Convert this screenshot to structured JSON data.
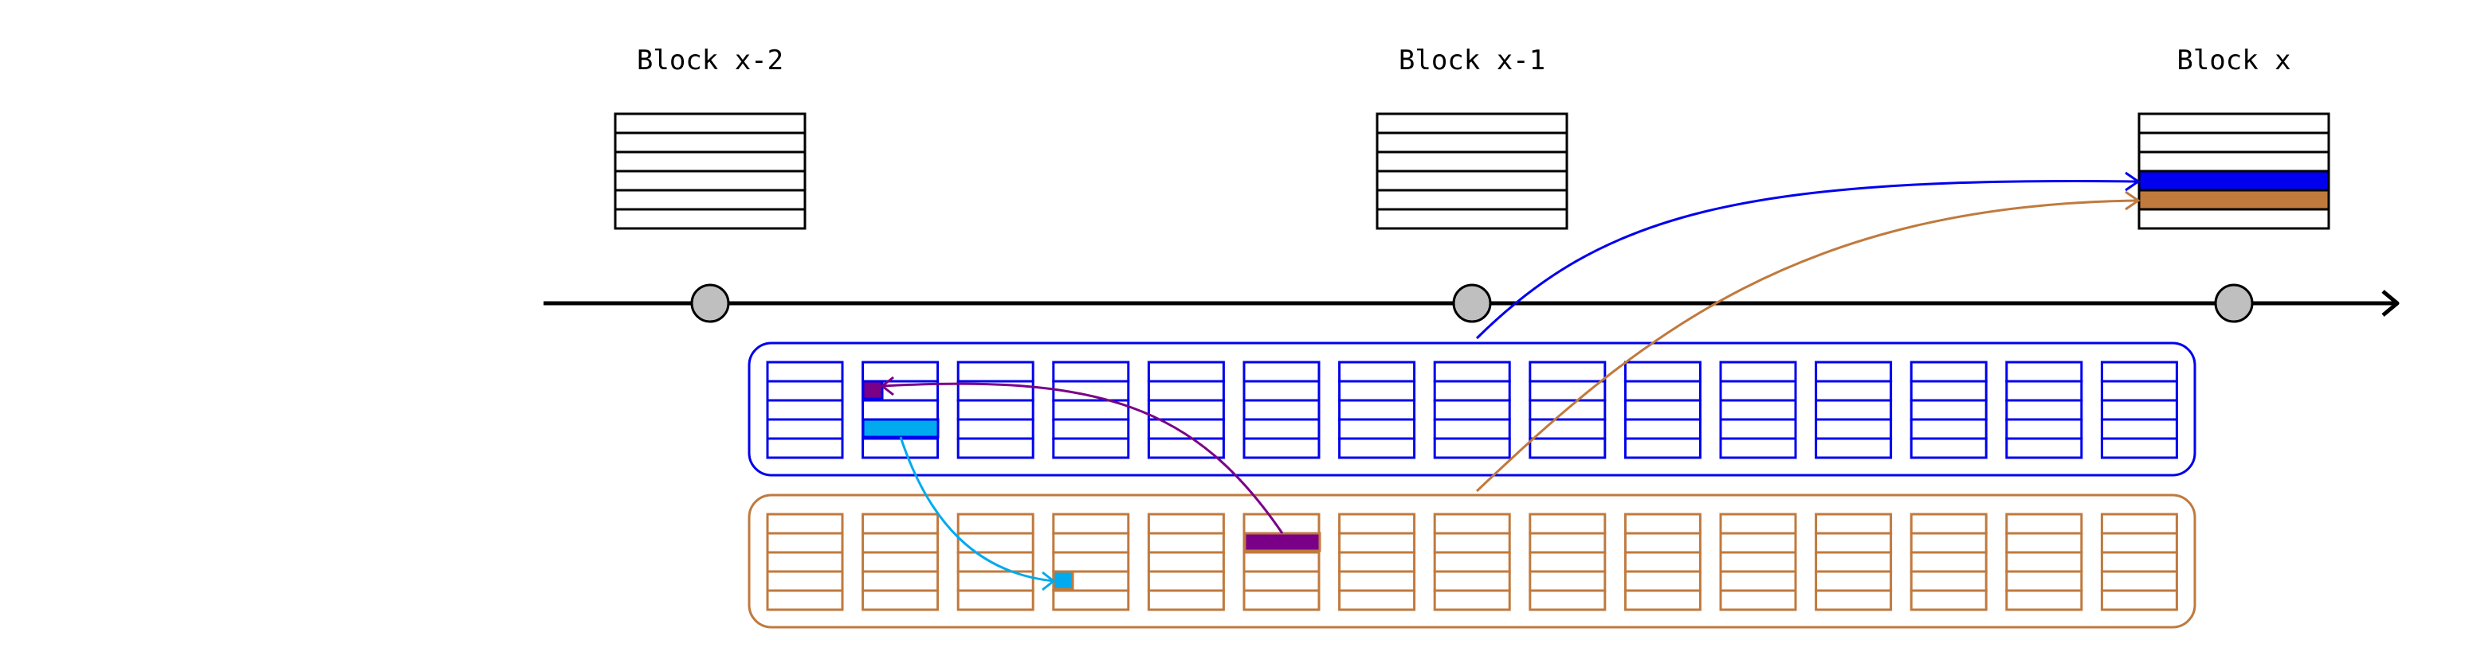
{
  "blocks": [
    {
      "label": "Block x-2",
      "highlight_rows": []
    },
    {
      "label": "Block x-1",
      "highlight_rows": []
    },
    {
      "label": "Block x",
      "highlight_rows": [
        {
          "row": 3,
          "color": "blue"
        },
        {
          "row": 4,
          "color": "brown"
        }
      ]
    }
  ],
  "block_rows": 6,
  "blue_group": {
    "column_count": 15,
    "rows_per_column": 5
  },
  "brown_group": {
    "column_count": 15,
    "rows_per_column": 5
  },
  "colors": {
    "blue": "#0000ee",
    "brown": "#c07a3e",
    "purple": "#7a0088",
    "cyan": "#00aaee",
    "node_fill": "#bfbfbf",
    "black": "#000000"
  }
}
